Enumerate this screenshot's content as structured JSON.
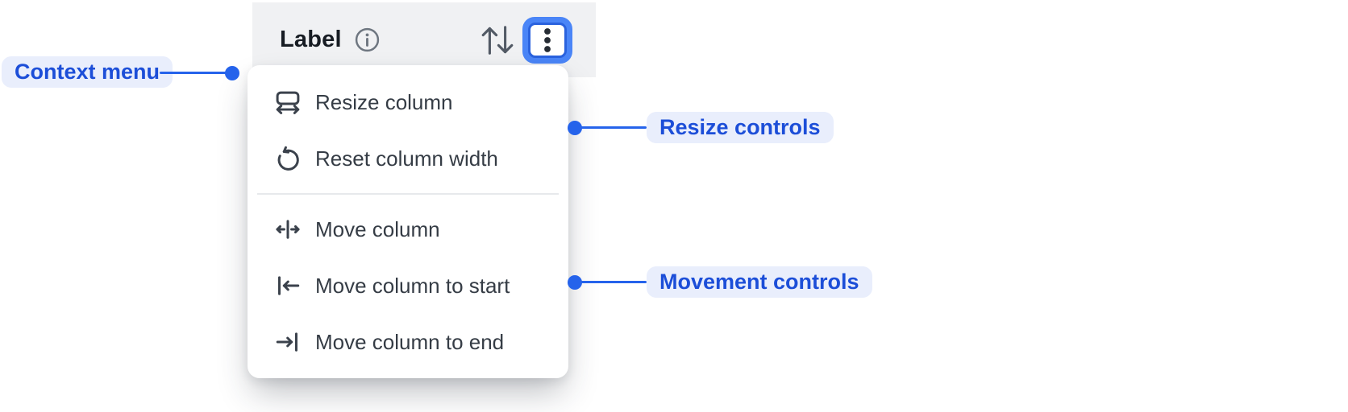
{
  "column_header": {
    "label": "Label",
    "icons": {
      "info": "info-circle",
      "sort": "sort-up-down-arrows",
      "more_options": "kebab-vertical-dots"
    }
  },
  "context_menu": {
    "items": [
      {
        "label": "Resize column",
        "icon": "resize-column"
      },
      {
        "label": "Reset column width",
        "icon": "reset-rotate-ccw"
      },
      {
        "label": "Move column",
        "icon": "move-column-horizontal"
      },
      {
        "label": "Move column to start",
        "icon": "move-column-to-start"
      },
      {
        "label": "Move column to end",
        "icon": "move-column-to-end"
      }
    ],
    "divider_after_index": 1
  },
  "annotations": {
    "context_menu": {
      "label": "Context menu"
    },
    "resize_controls": {
      "label": "Resize controls"
    },
    "movement_controls": {
      "label": "Movement controls"
    }
  },
  "colors": {
    "annotation_text": "#1c4ed8",
    "annotation_bg": "#e9eefc",
    "connector_blue": "#2563eb",
    "focus_ring_blue": "#4a85f7",
    "focus_ring_border": "#2a62de",
    "header_card_bg": "#f0f1f3",
    "menu_bg": "#ffffff",
    "menu_text": "#353c45",
    "icon_gray": "#3b424c",
    "divider": "#e7e9ec"
  }
}
